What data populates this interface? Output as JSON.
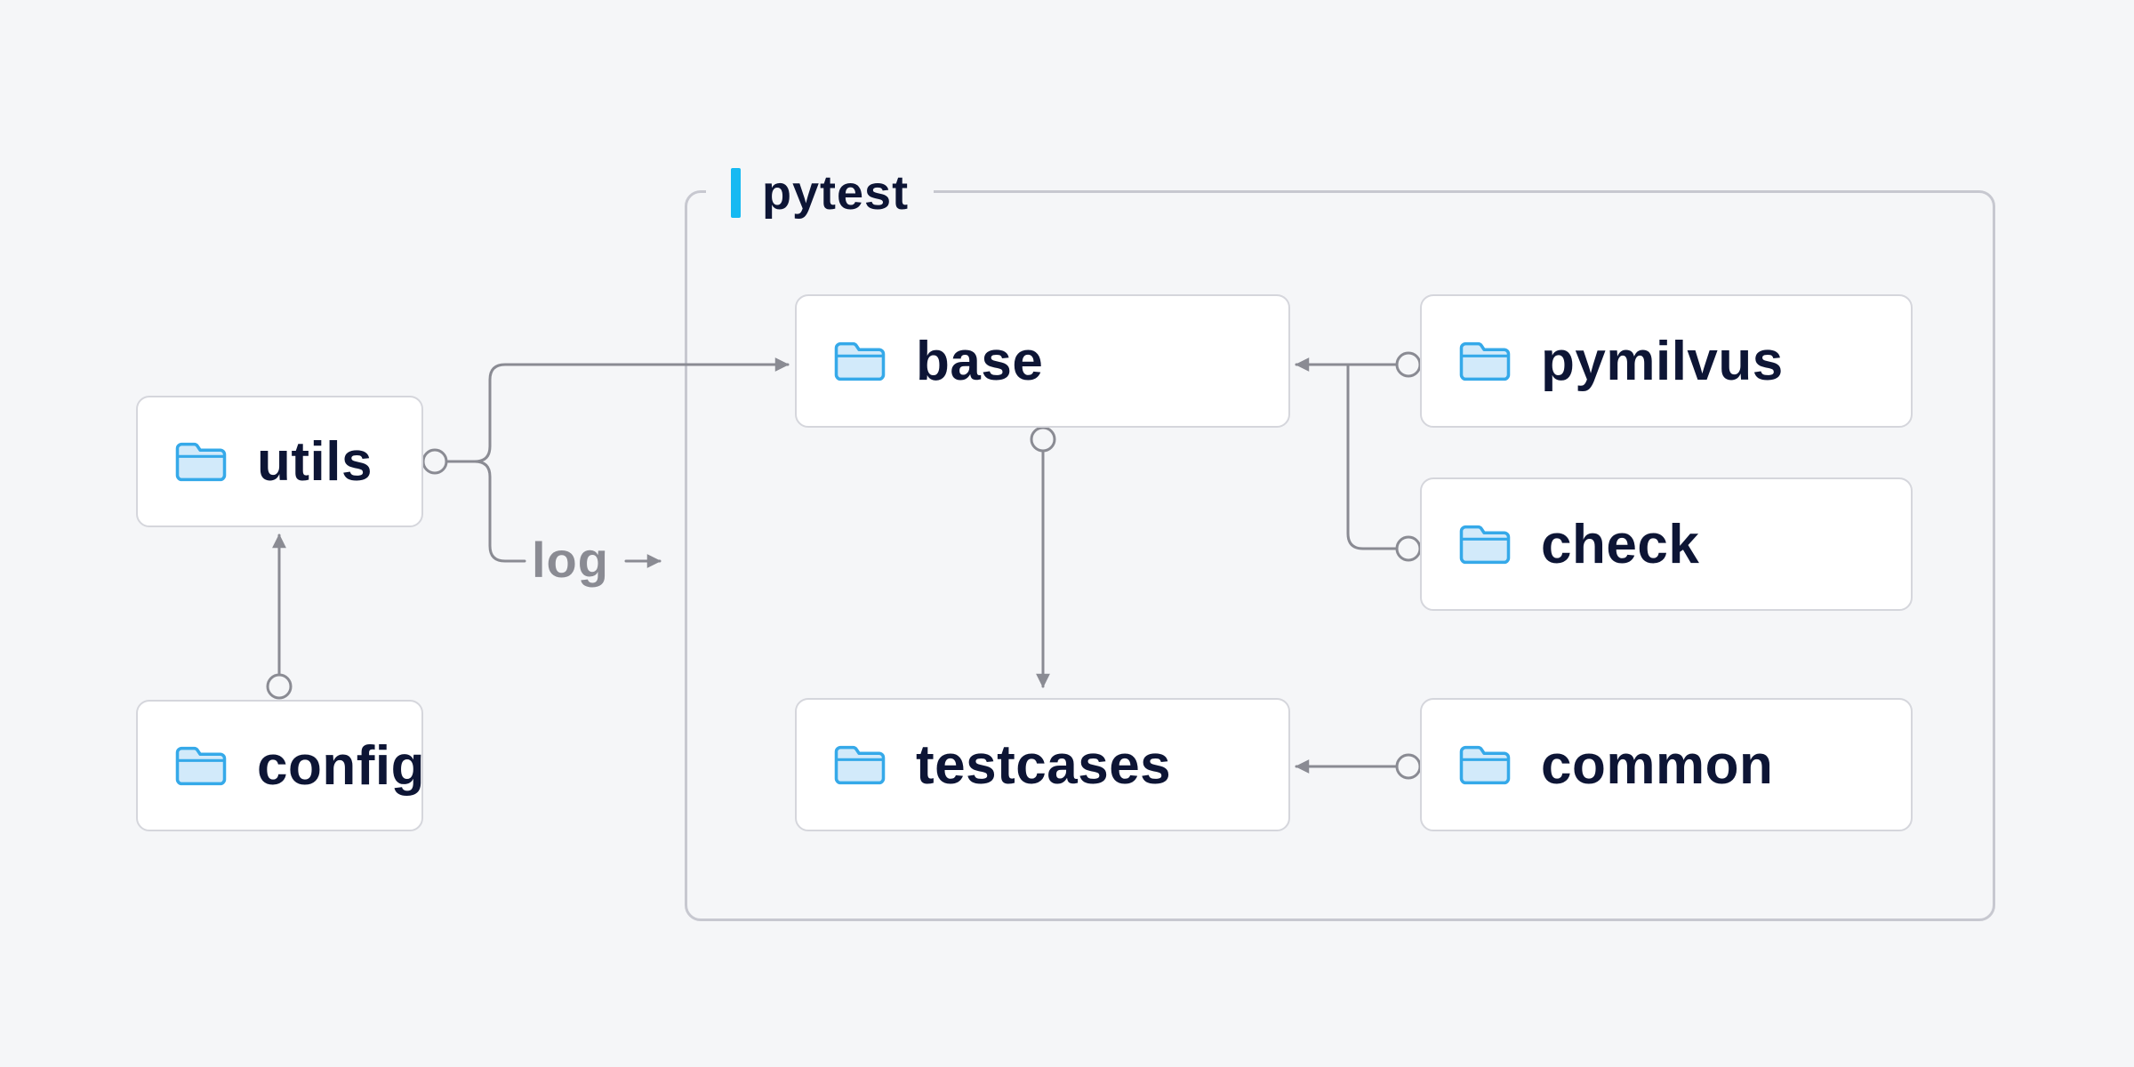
{
  "colors": {
    "background": "#f5f6f8",
    "node-bg": "#ffffff",
    "node-border": "#d5d6dc",
    "group-border": "#c7c8d0",
    "text": "#0d1535",
    "line": "#8a8b93",
    "accent": "#16b9f2",
    "folder-fill": "#d2eafa",
    "folder-stroke": "#35a9e9"
  },
  "diagram": {
    "group": {
      "label": "pytest"
    },
    "nodes": {
      "utils": {
        "label": "utils",
        "icon": "folder-icon"
      },
      "config": {
        "label": "config",
        "icon": "folder-icon"
      },
      "base": {
        "label": "base",
        "icon": "folder-icon"
      },
      "pymilvus": {
        "label": "pymilvus",
        "icon": "folder-icon"
      },
      "check": {
        "label": "check",
        "icon": "folder-icon"
      },
      "testcases": {
        "label": "testcases",
        "icon": "folder-icon"
      },
      "common": {
        "label": "common",
        "icon": "folder-icon"
      }
    },
    "edges": {
      "log_label": "log"
    }
  }
}
